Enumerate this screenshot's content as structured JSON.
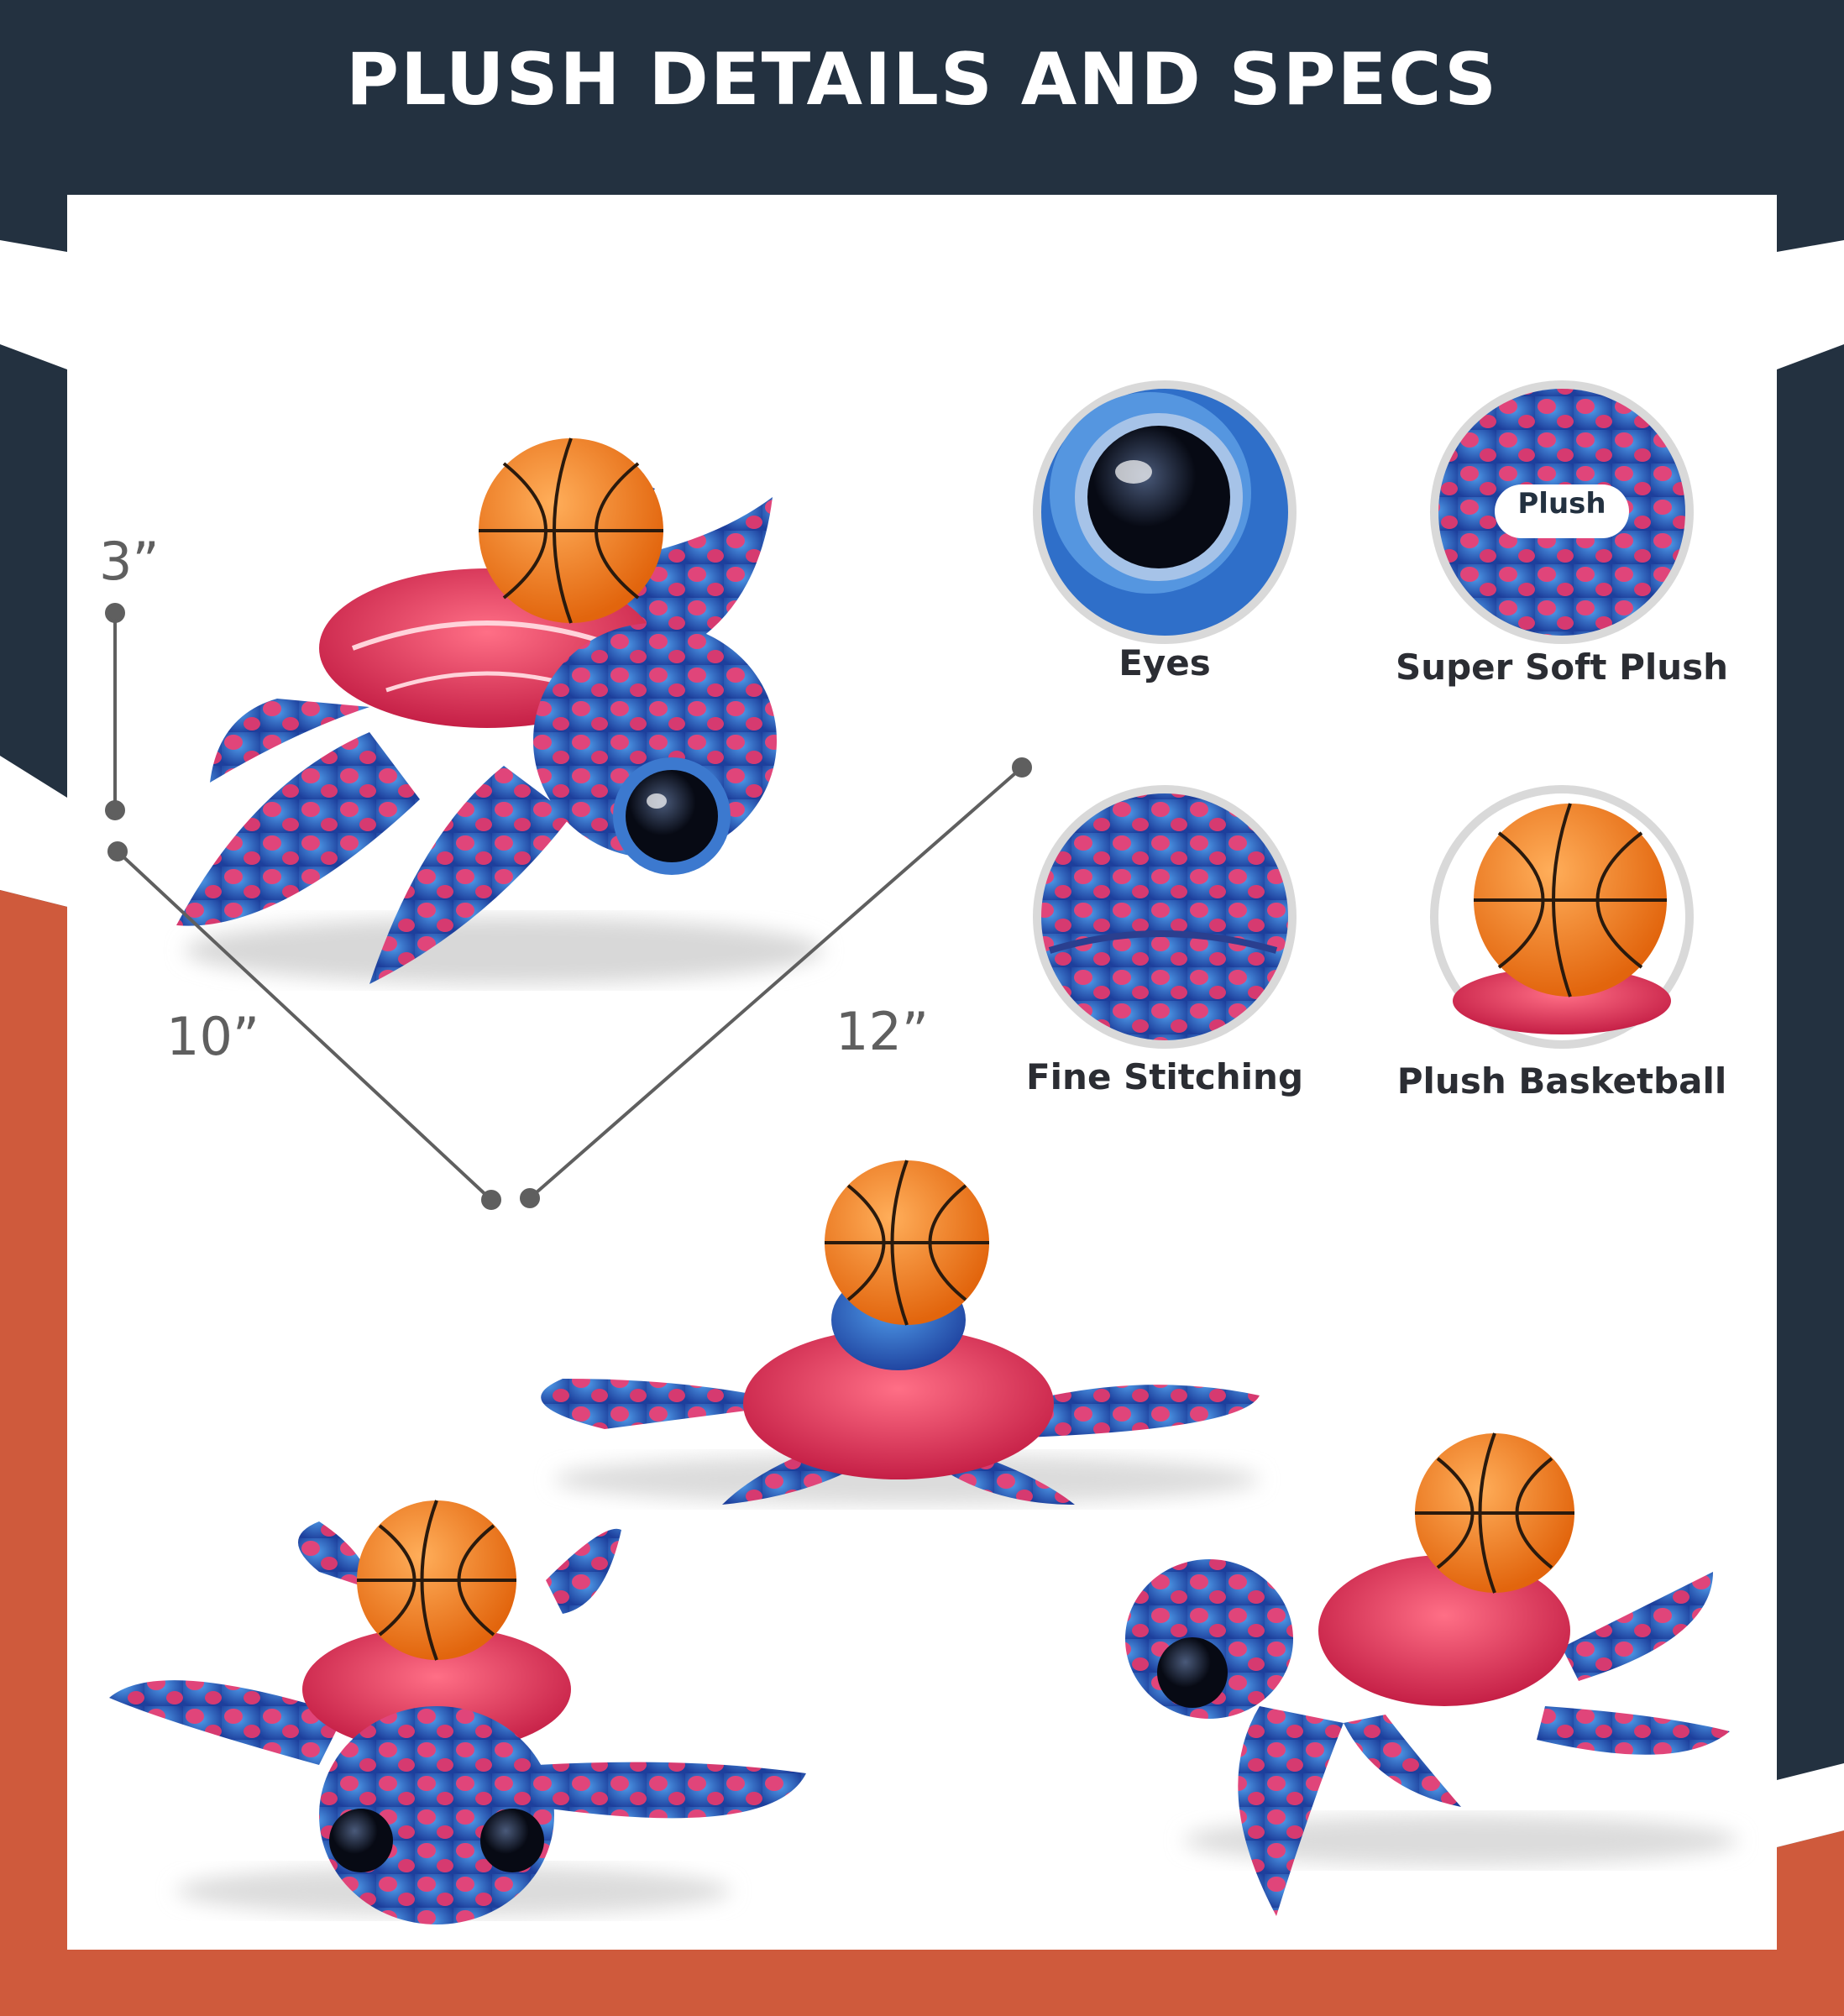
{
  "title": "PLUSH DETAILS AND SPECS",
  "colors": {
    "navy": "#233140",
    "accent_orange": "#cf5a3c",
    "white": "#ffffff"
  },
  "dimensions": {
    "height": "3”",
    "length": "10”",
    "width": "12”"
  },
  "features": [
    {
      "label": "Eyes"
    },
    {
      "label": "Super Soft Plush",
      "badge": "Plush"
    },
    {
      "label": "Fine Stitching"
    },
    {
      "label": "Plush Basketball"
    }
  ]
}
